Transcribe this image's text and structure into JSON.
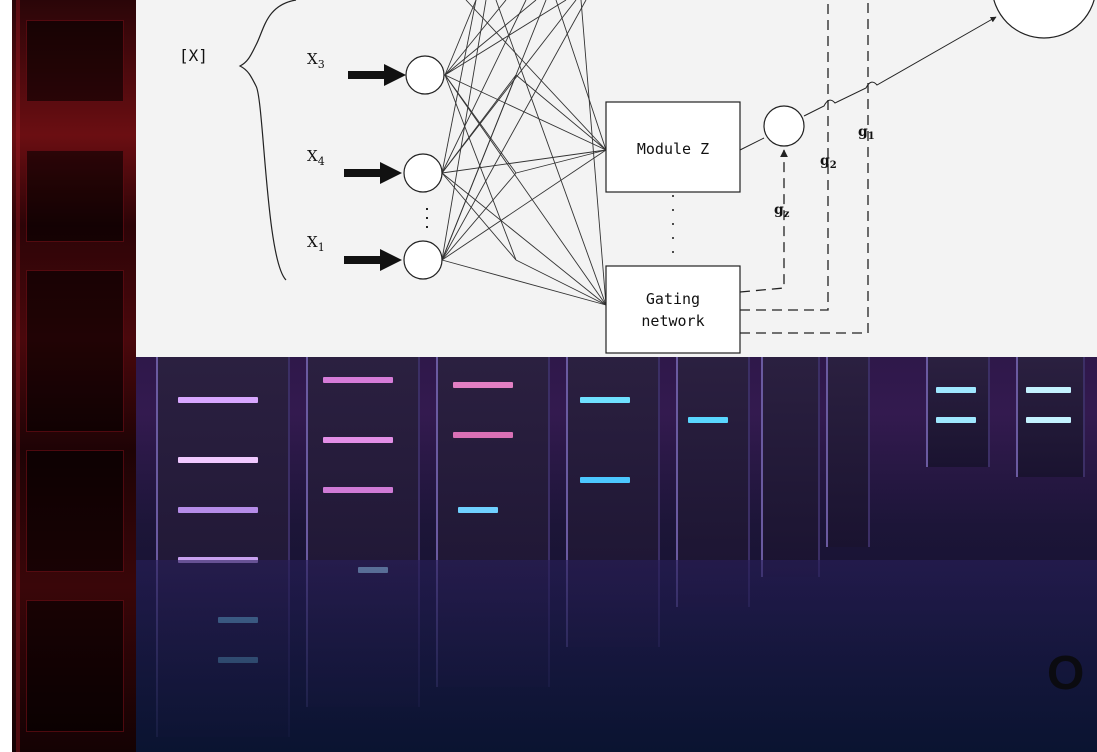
{
  "diagram": {
    "bracket_label": "[X]",
    "inputs": [
      {
        "name": "X",
        "sub": "3"
      },
      {
        "name": "X",
        "sub": "4"
      },
      {
        "name": "X",
        "sub": "1"
      }
    ],
    "module_label": "Module Z",
    "gating_line1": "Gating",
    "gating_line2": "network",
    "gates": [
      {
        "name": "g",
        "sub": "z"
      },
      {
        "name": "g",
        "sub": "2"
      },
      {
        "name": "g",
        "sub": "1"
      }
    ]
  },
  "background": {
    "corner_text": "O"
  },
  "colors": {
    "diagram_bg": "#f3f3f3",
    "line": "#222222",
    "left_panel": "#6b0e12",
    "photo_purple": "#331a4f"
  }
}
